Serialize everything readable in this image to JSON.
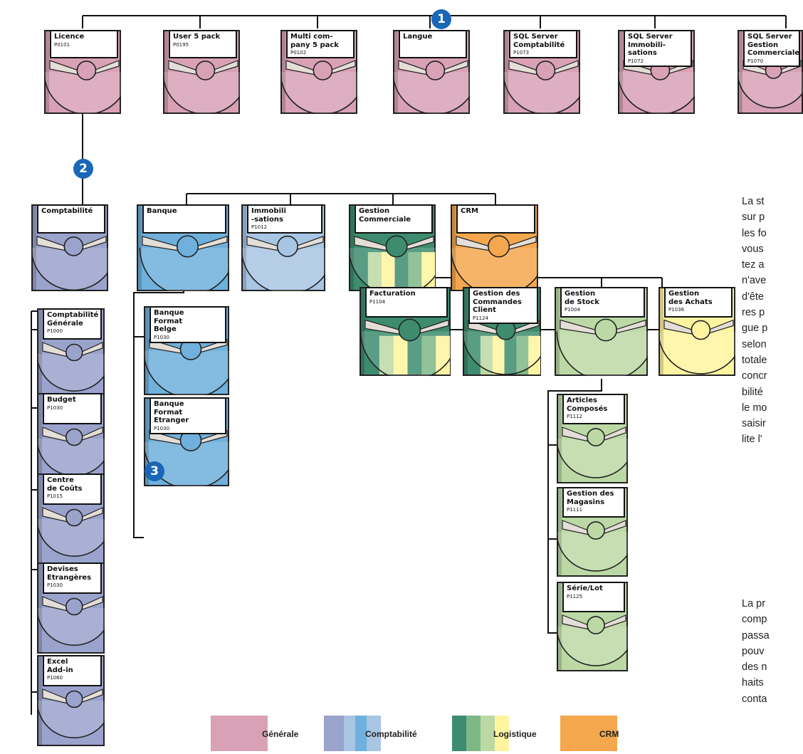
{
  "colors": {
    "pink": "#d8a1b6",
    "purple": "#9aa3cc",
    "blue": "#6fb0dc",
    "lightblue": "#a8c5e3",
    "green": "#3e8c70",
    "lightgreen": "#bcd9a5",
    "yellow": "#fff5a0",
    "orange": "#f4a74d",
    "badge": "#1a67b8"
  },
  "badges": [
    "1",
    "2",
    "3"
  ],
  "row1": [
    {
      "title": "Licence",
      "code": "P0101"
    },
    {
      "title": "User 5 pack",
      "code": "P0195"
    },
    {
      "title": "Multi com-\npany 5 pack",
      "code": "P0102"
    },
    {
      "title": "Langue",
      "code": ""
    },
    {
      "title": "SQL Server\nComptabilité",
      "code": "P1073"
    },
    {
      "title": "SQL Server\nImmobili-\nsations",
      "code": "P1072"
    },
    {
      "title": "SQL Server\nGestion\nCommerciale",
      "code": "P1070"
    }
  ],
  "row2": [
    {
      "title": "Comptabilité",
      "code": ""
    },
    {
      "title": "Banque",
      "code": ""
    },
    {
      "title": "Immobili\n-sations",
      "code": "P1012"
    },
    {
      "title": "Gestion\nCommerciale",
      "code": ""
    },
    {
      "title": "CRM",
      "code": ""
    }
  ],
  "compta": [
    {
      "title": "Comptabilité\nGénérale",
      "code": "P1000"
    },
    {
      "title": "Budget",
      "code": "P1030"
    },
    {
      "title": "Centre\nde Coûts",
      "code": "P1015"
    },
    {
      "title": "Devises\nEtrangères",
      "code": "P1030"
    },
    {
      "title": "Excel\nAdd-in",
      "code": "P1060"
    }
  ],
  "banque": [
    {
      "title": "Banque\nFormat\nBelge",
      "code": "P1030"
    },
    {
      "title": "Banque\nFormat\nEtranger",
      "code": "P1030"
    }
  ],
  "gestion": [
    {
      "title": "Facturation",
      "code": "P1104"
    },
    {
      "title": "Gestion des\nCommandes\nClient",
      "code": "P1124"
    },
    {
      "title": "Gestion\nde Stock",
      "code": "P1004"
    },
    {
      "title": "Gestion\ndes Achats",
      "code": "P1036"
    }
  ],
  "stock": [
    {
      "title": "Articles\nComposés",
      "code": "P1112"
    },
    {
      "title": "Gestion des\nMagasins",
      "code": "P1111"
    },
    {
      "title": "Série/Lot",
      "code": "P1125"
    }
  ],
  "paragraph1": [
    "La st",
    "sur p",
    "les fo",
    "vous",
    "tez a",
    "n'ave",
    "d'ête",
    "res p",
    "gue p",
    "selon",
    "totale",
    "concr",
    "bilité",
    "le mo",
    "saisir",
    "lite l'"
  ],
  "paragraph2": [
    "La pr",
    "comp",
    "passa",
    "pouv",
    "des n",
    "haits",
    "conta"
  ],
  "legend": [
    {
      "label": "Générale",
      "color": "pink"
    },
    {
      "label": "Comptabilité",
      "color": "purple"
    },
    {
      "label": "Logistique",
      "color": "green"
    },
    {
      "label": "CRM",
      "color": "orange"
    }
  ]
}
